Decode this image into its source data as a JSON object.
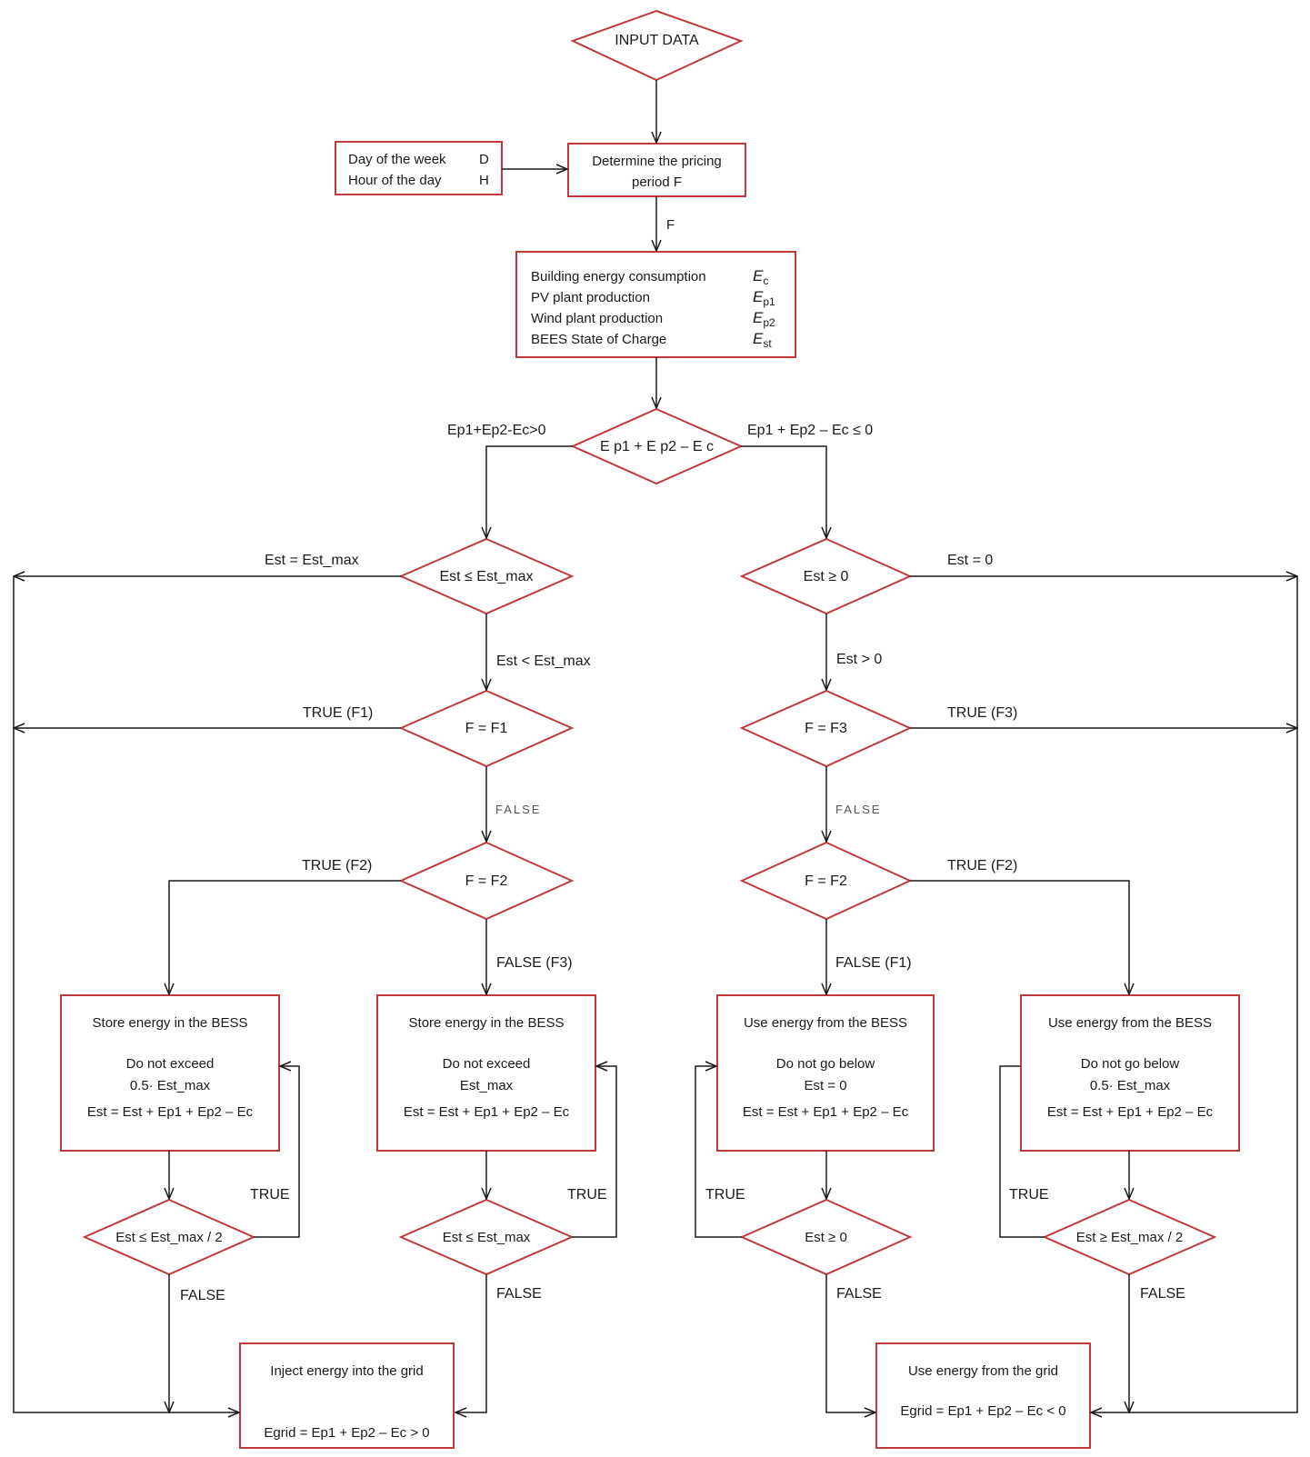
{
  "start": "INPUT DATA",
  "time_inputs": {
    "day_label": "Day of the week",
    "day_sym": "D",
    "hour_label": "Hour of the day",
    "hour_sym": "H"
  },
  "pricing_box": {
    "line1": "Determine the pricing",
    "line2": "period F"
  },
  "f_edge_label": "F",
  "energy_inputs": [
    {
      "label": "Building energy consumption",
      "sym": "E",
      "sub": "c"
    },
    {
      "label": "PV plant production",
      "sym": "E",
      "sub": "p1"
    },
    {
      "label": "Wind plant production",
      "sym": "E",
      "sub": "p2"
    },
    {
      "label": "BEES State of Charge",
      "sym": "E",
      "sub": "st"
    }
  ],
  "balance": {
    "expr": "E p1 + E p2 – E c",
    "left_branch": "Ep1+Ep2-Ec>0",
    "right_branch": "Ep1 + Ep2 – Ec ≤ 0"
  },
  "left": {
    "d1": "Est ≤ Est_max",
    "d1_exit": "Est = Est_max",
    "d1_continue": "Est < Est_max",
    "d2": "F = F1",
    "d2_true": "TRUE (F1)",
    "d2_false": "FALSE",
    "d3": "F = F2",
    "d3_true": "TRUE  (F2)",
    "d3_false": "FALSE (F3)"
  },
  "right": {
    "d1": "Est ≥ 0",
    "d1_exit": "Est = 0",
    "d1_continue": "Est > 0",
    "d2": "F = F3",
    "d2_true": "TRUE  (F3)",
    "d2_false": "FALSE",
    "d3": "F = F2",
    "d3_true": "TRUE  (F2)",
    "d3_false": "FALSE (F1)"
  },
  "actions": [
    {
      "title": "Store energy in the BESS",
      "line1": "Do not exceed",
      "line2": "0.5· Est_max",
      "eq": "Est = Est + Ep1 + Ep2 – Ec"
    },
    {
      "title": "Store energy in the BESS",
      "line1": "Do not exceed",
      "line2": "Est_max",
      "eq": "Est = Est + Ep1 + Ep2 – Ec"
    },
    {
      "title": "Use energy from the BESS",
      "line1": "Do not go below",
      "line2": "Est = 0",
      "eq": "Est = Est + Ep1 + Ep2 – Ec"
    },
    {
      "title": "Use energy from the BESS",
      "line1": "Do not go below",
      "line2": "0.5· Est_max",
      "eq": "Est = Est + Ep1 + Ep2 – Ec"
    }
  ],
  "checks": [
    {
      "expr": "Est ≤ Est_max / 2",
      "true": "TRUE",
      "false": "FALSE"
    },
    {
      "expr": "Est ≤ Est_max",
      "true": "TRUE",
      "false": "FALSE"
    },
    {
      "expr": "Est ≥ 0",
      "true": "TRUE",
      "false": "FALSE"
    },
    {
      "expr": "Est ≥ Est_max / 2",
      "true": "TRUE",
      "false": "FALSE"
    }
  ],
  "outputs": [
    {
      "title": "Inject energy into the grid",
      "eq": "Egrid = Ep1 + Ep2 – Ec > 0"
    },
    {
      "title": "Use energy from the grid",
      "eq": "Egrid = Ep1 + Ep2 – Ec < 0"
    }
  ],
  "colors": {
    "shape_stroke": "#c0393b",
    "line": "#1a1a1a"
  }
}
